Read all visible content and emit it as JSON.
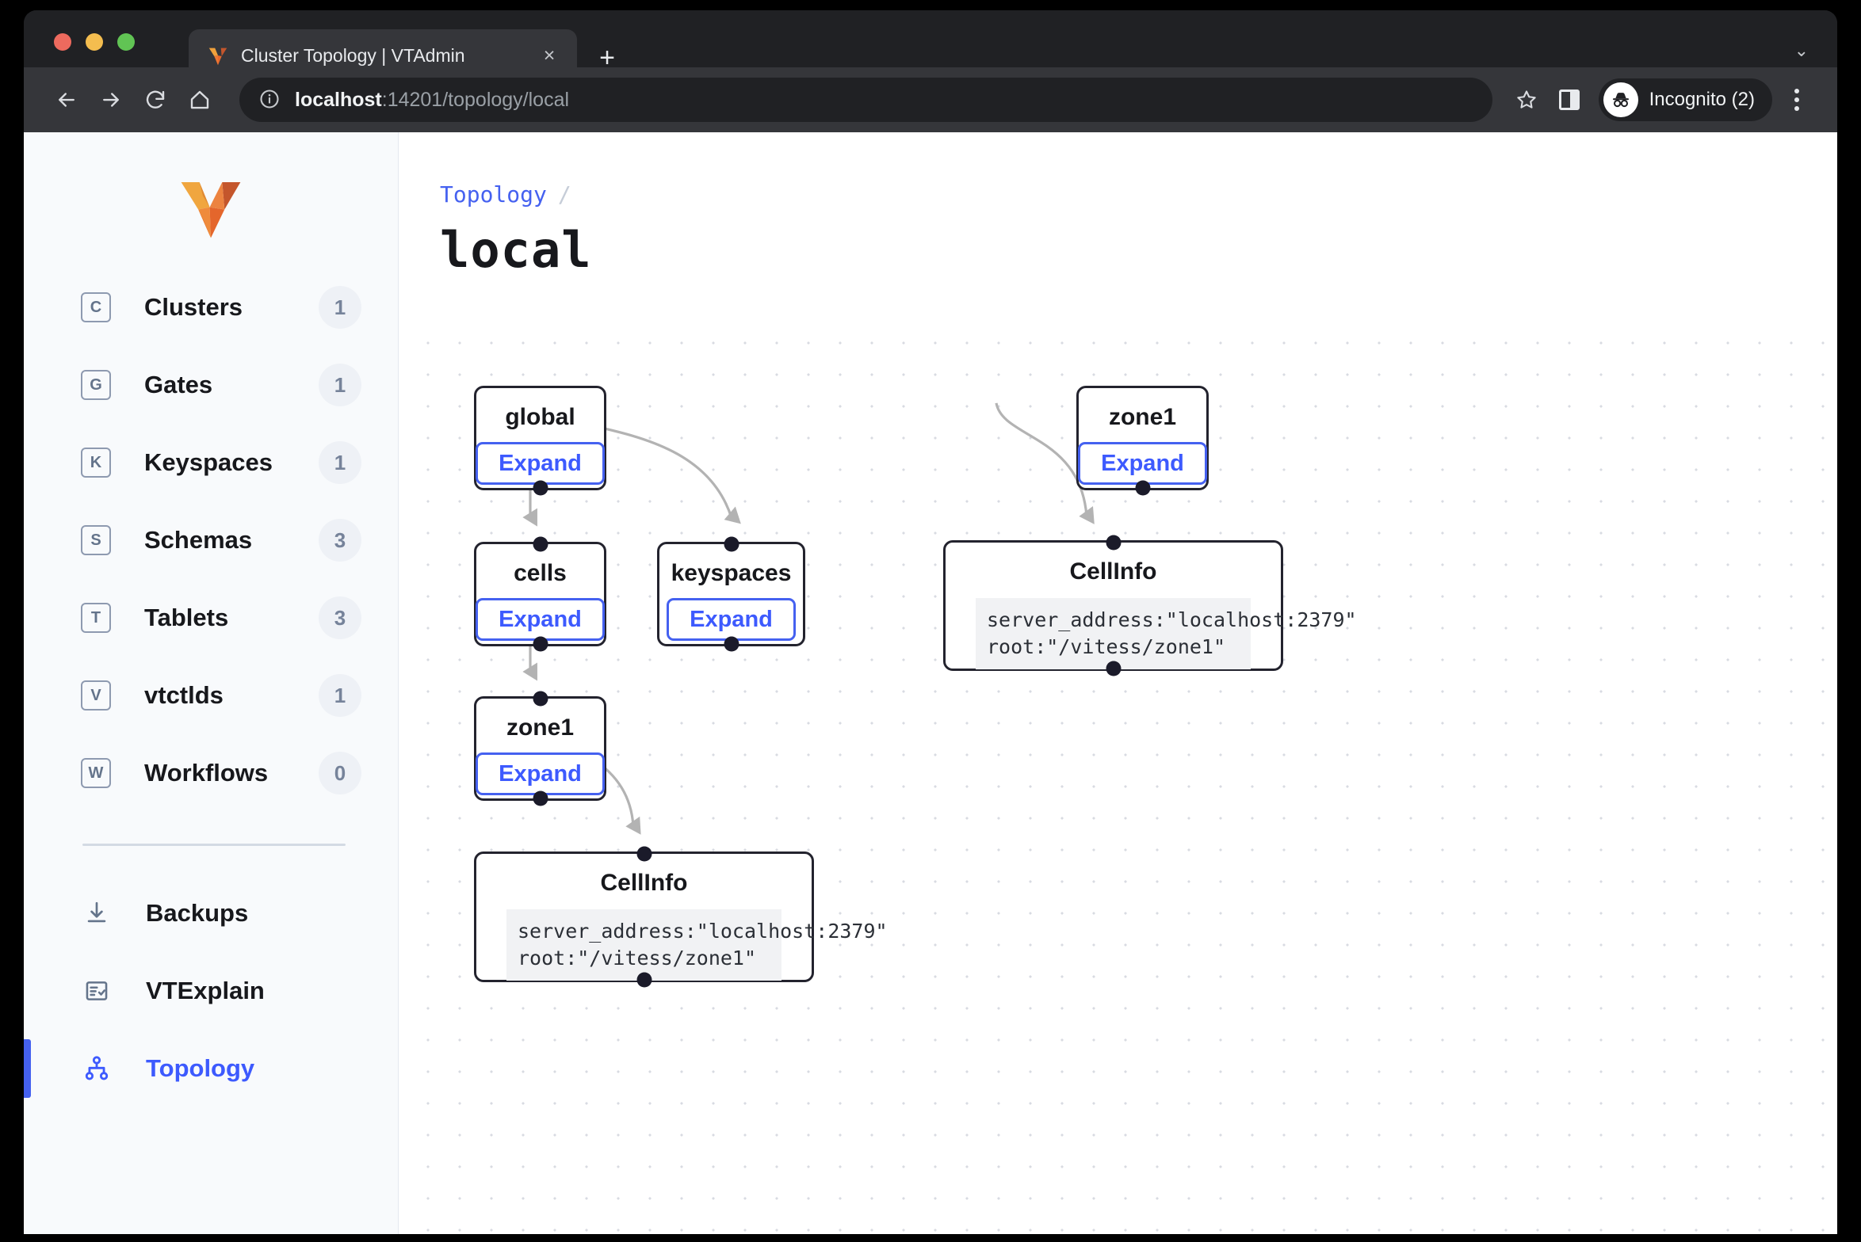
{
  "browser": {
    "tab_title": "Cluster Topology | VTAdmin",
    "tab_close_label": "×",
    "new_tab_label": "+",
    "window_chevron": "⌄",
    "url_host": "localhost",
    "url_rest": ":14201/topology/local",
    "profile_label": "Incognito (2)",
    "icons": {
      "back": "back-arrow-icon",
      "forward": "forward-arrow-icon",
      "reload": "reload-icon",
      "home": "home-icon",
      "info": "site-info-icon",
      "star": "bookmark-star-icon",
      "side_panel": "side-panel-icon",
      "incognito": "incognito-avatar-icon",
      "menu": "kebab-menu-icon"
    }
  },
  "sidebar": {
    "logo_name": "vitess-logo",
    "items": [
      {
        "label": "Clusters",
        "count": "1",
        "badge": "C",
        "icon": "letter-badge-c"
      },
      {
        "label": "Gates",
        "count": "1",
        "badge": "G",
        "icon": "letter-badge-g"
      },
      {
        "label": "Keyspaces",
        "count": "1",
        "badge": "K",
        "icon": "letter-badge-k"
      },
      {
        "label": "Schemas",
        "count": "3",
        "badge": "S",
        "icon": "letter-badge-s"
      },
      {
        "label": "Tablets",
        "count": "3",
        "badge": "T",
        "icon": "letter-badge-t"
      },
      {
        "label": "vtctlds",
        "count": "1",
        "badge": "V",
        "icon": "letter-badge-v"
      },
      {
        "label": "Workflows",
        "count": "0",
        "badge": "W",
        "icon": "letter-badge-w"
      }
    ],
    "secondary_items": [
      {
        "label": "Backups",
        "icon": "download-icon",
        "active": false
      },
      {
        "label": "VTExplain",
        "icon": "checklist-icon",
        "active": false
      },
      {
        "label": "Topology",
        "icon": "sitemap-icon",
        "active": true
      }
    ],
    "active_color": "#3d5afe"
  },
  "content": {
    "breadcrumb_link": "Topology",
    "breadcrumb_separator": "/",
    "title": "local"
  },
  "graph": {
    "expand_label": "Expand",
    "nodes": [
      {
        "id": "global",
        "label": "global",
        "type": "expandable"
      },
      {
        "id": "zone1-right",
        "label": "zone1",
        "type": "expandable"
      },
      {
        "id": "cells",
        "label": "cells",
        "type": "expandable"
      },
      {
        "id": "keyspaces",
        "label": "keyspaces",
        "type": "expandable"
      },
      {
        "id": "zone1-left",
        "label": "zone1",
        "type": "expandable"
      },
      {
        "id": "cellinfo-right",
        "label": "CellInfo",
        "type": "info",
        "code": "server_address:\"localhost:2379\"\nroot:\"/vitess/zone1\""
      },
      {
        "id": "cellinfo-left",
        "label": "CellInfo",
        "type": "info",
        "code": "server_address:\"localhost:2379\"\nroot:\"/vitess/zone1\""
      }
    ],
    "edges": [
      {
        "from": "global",
        "to": "cells"
      },
      {
        "from": "global",
        "to": "keyspaces"
      },
      {
        "from": "cells",
        "to": "zone1-left"
      },
      {
        "from": "zone1-left",
        "to": "cellinfo-left"
      },
      {
        "from": "zone1-right",
        "to": "cellinfo-right"
      }
    ]
  }
}
